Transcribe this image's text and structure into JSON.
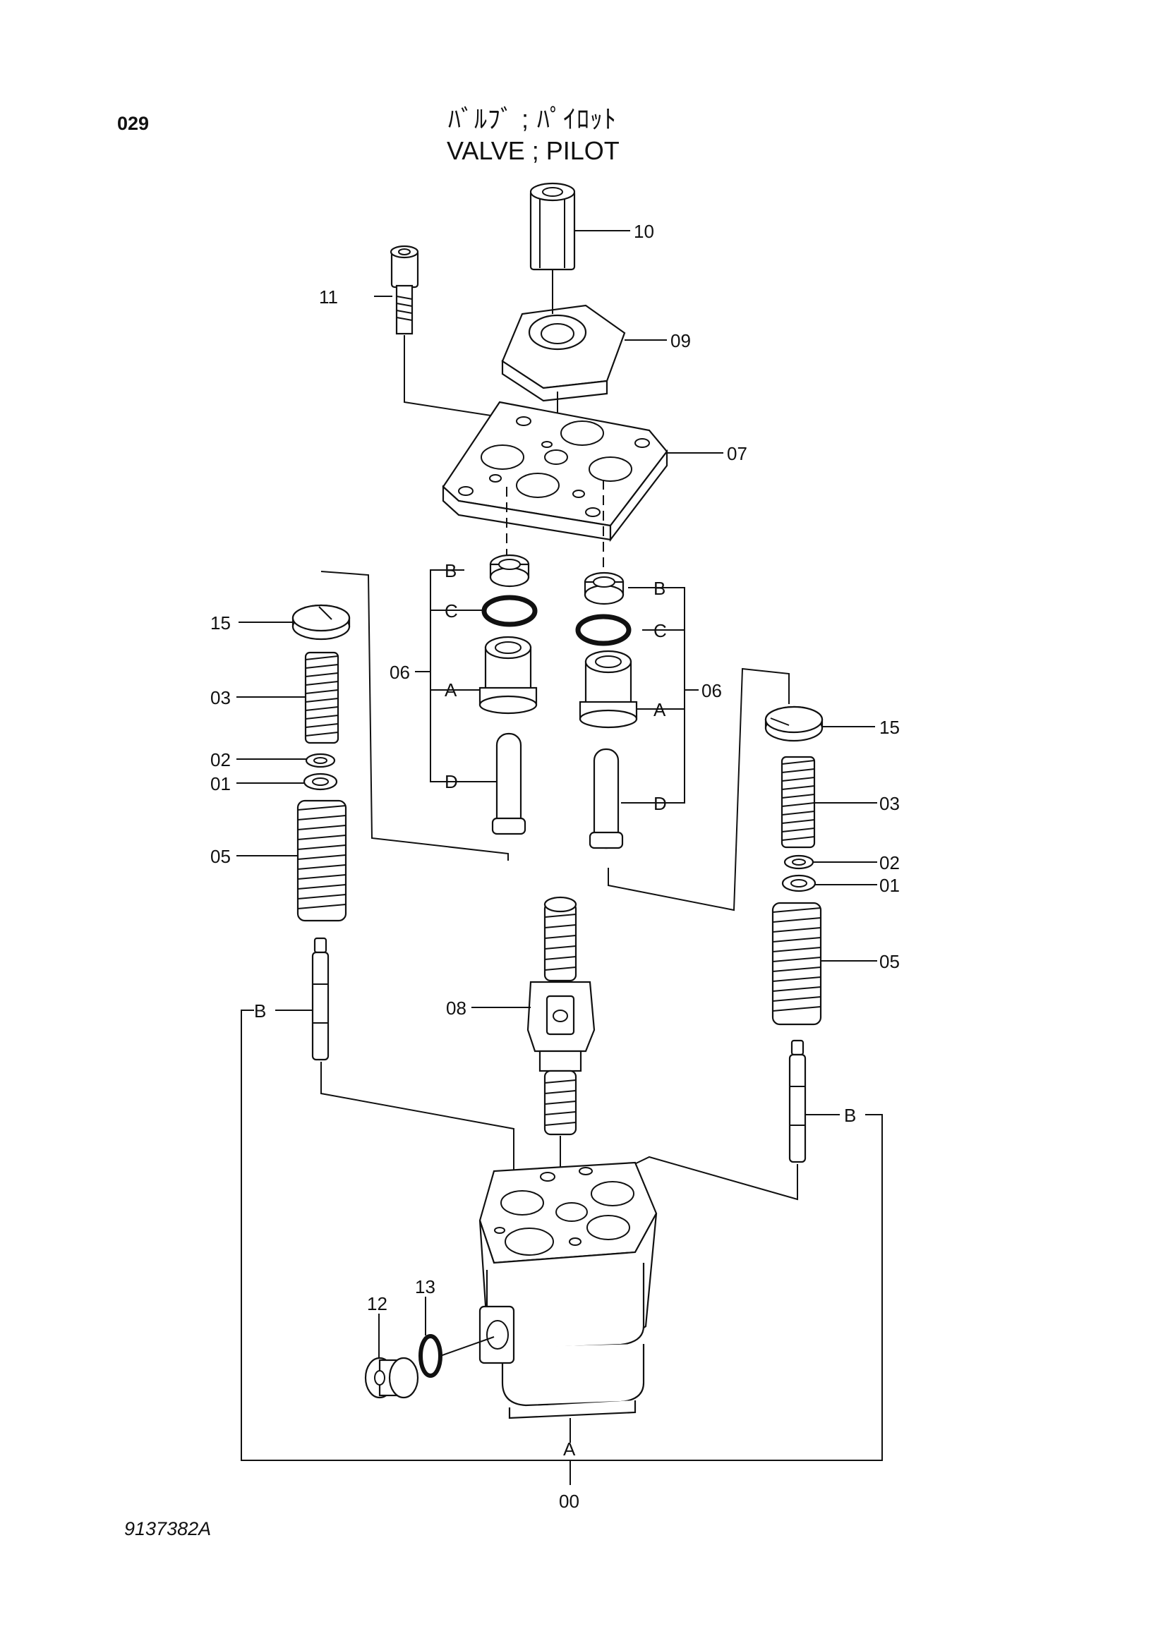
{
  "header": {
    "page_number": "029",
    "title_jp": "ﾊﾞﾙﾌﾞ ; ﾊﾟｲﾛｯﾄ",
    "title_en": "VALVE ; PILOT"
  },
  "footer": {
    "drawing_number": "9137382A"
  },
  "callouts": {
    "c10": "10",
    "c11": "11",
    "c09": "09",
    "c07": "07",
    "c06_left": "06",
    "c06_right": "06",
    "b_left": "B",
    "c_left": "C",
    "a_left": "A",
    "d_left": "D",
    "b_right": "B",
    "c_right": "C",
    "a_right": "A",
    "d_right": "D",
    "c15_left": "15",
    "c03_left": "03",
    "c02_left": "02",
    "c01_left": "01",
    "c05_left": "05",
    "c15_right": "15",
    "c03_right": "03",
    "c02_right": "02",
    "c01_right": "01",
    "c05_right": "05",
    "c08": "08",
    "b_pin_left": "B",
    "b_pin_right": "B",
    "c12": "12",
    "c13": "13",
    "a_body": "A",
    "c00": "00"
  }
}
